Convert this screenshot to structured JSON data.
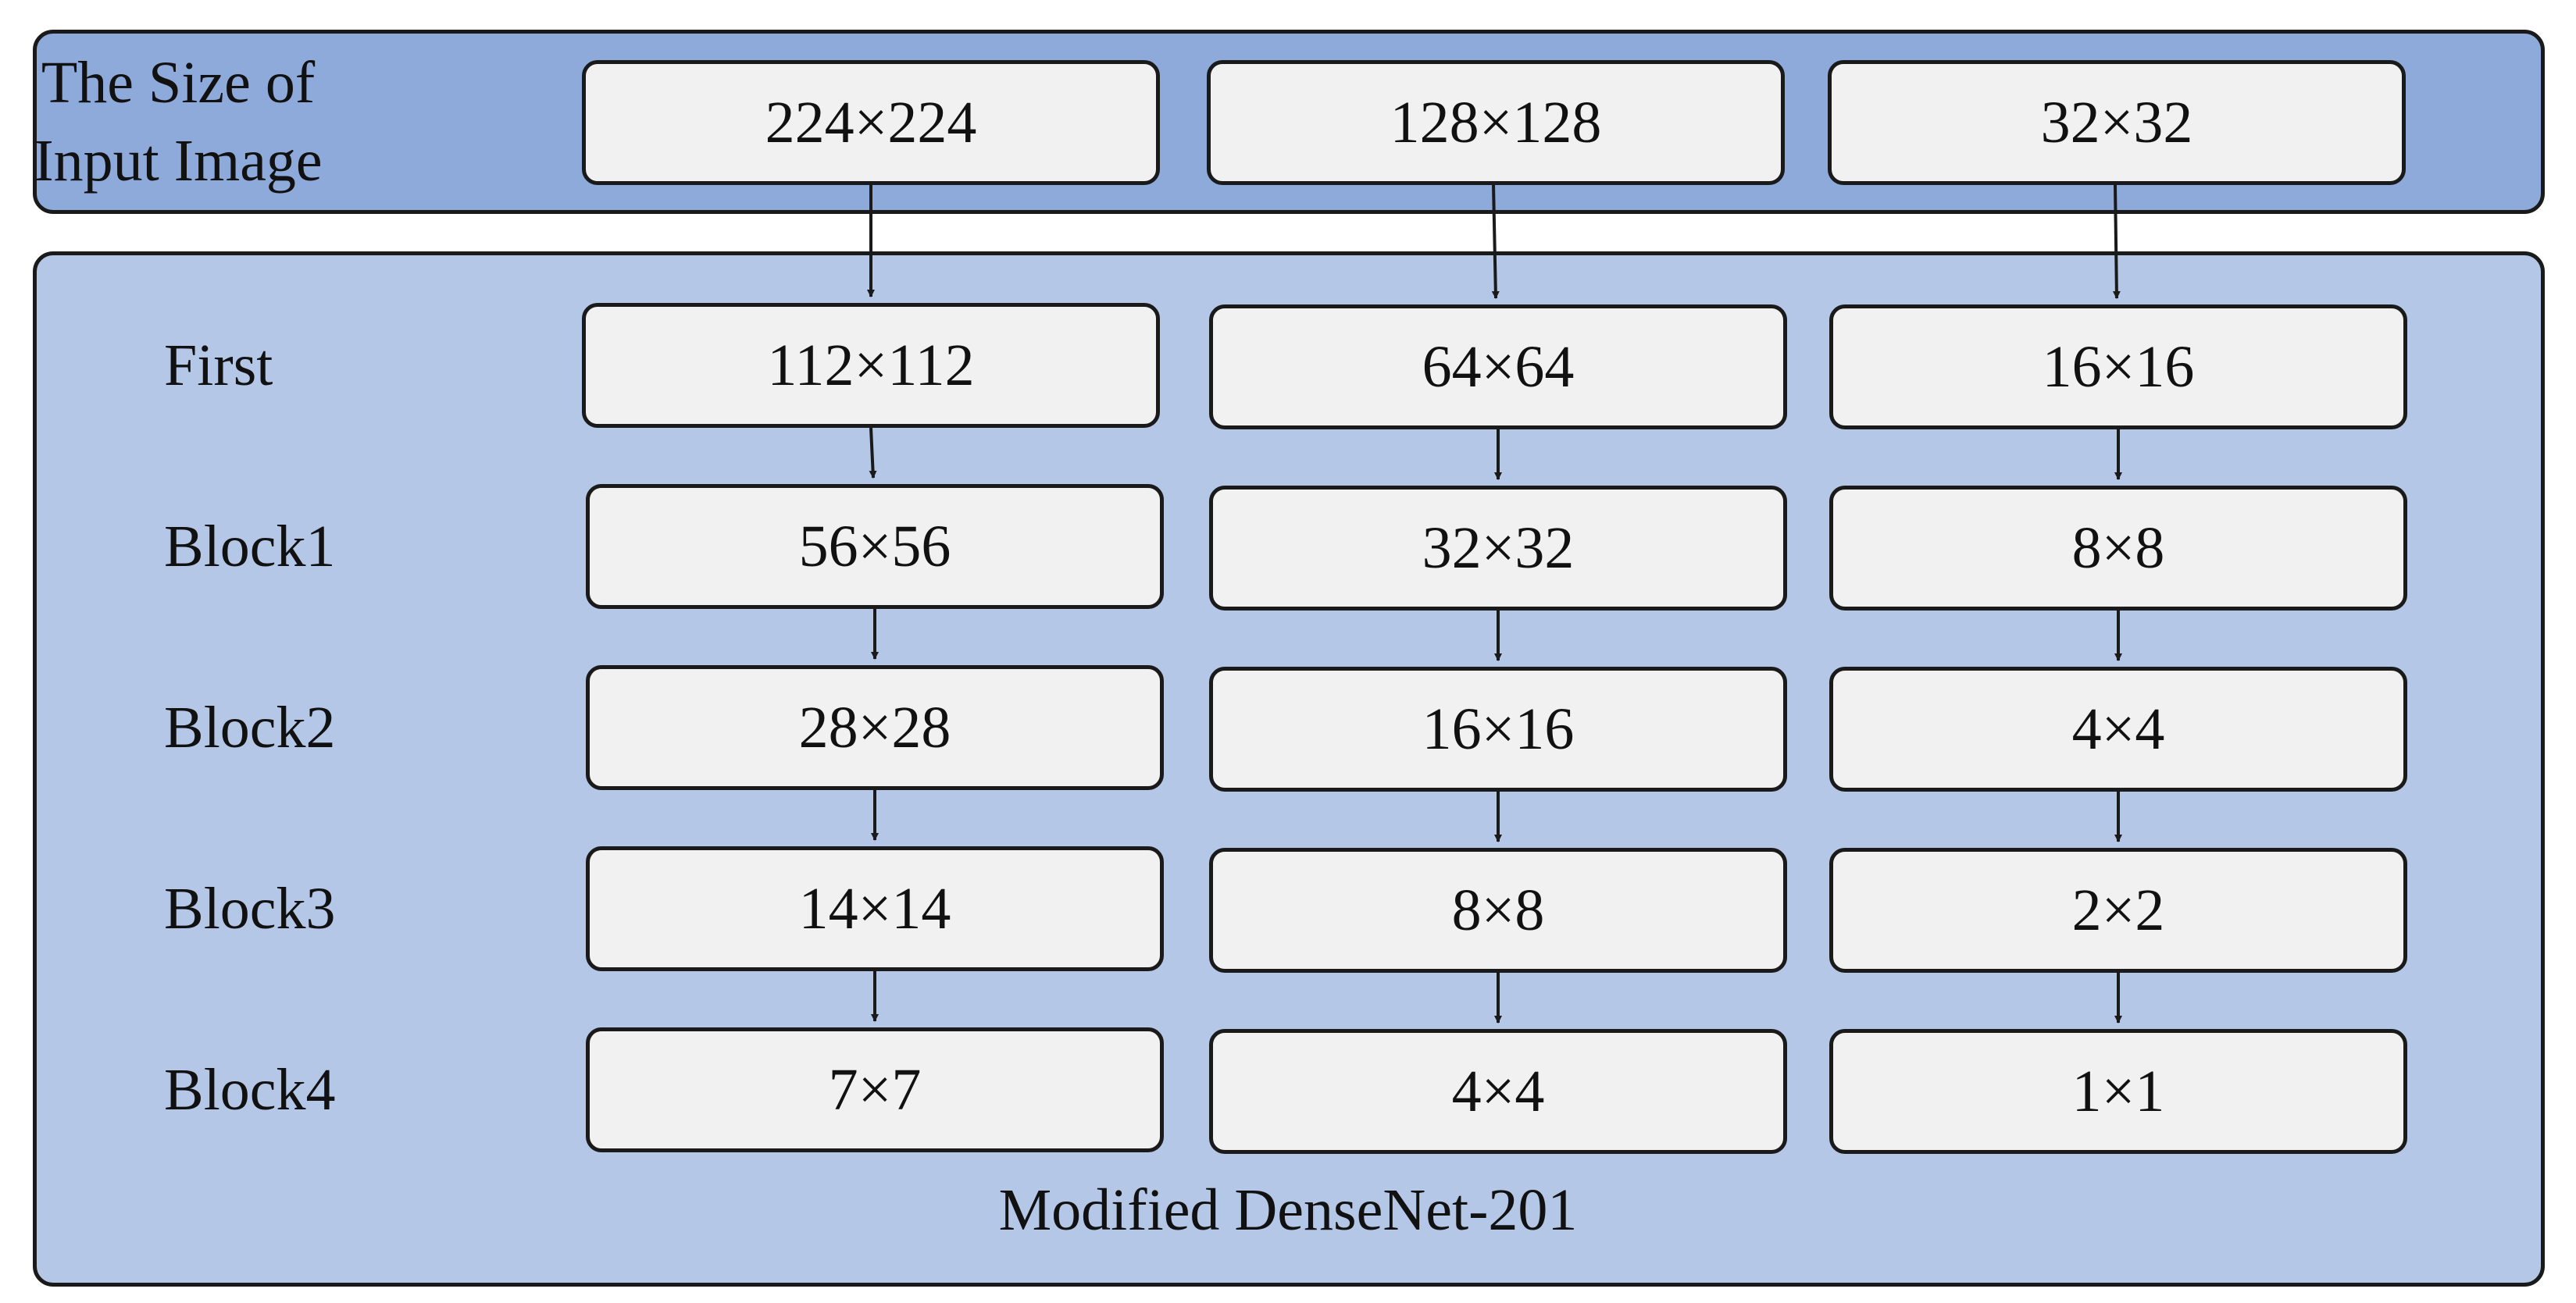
{
  "input_label": [
    "The Size of",
    "Input Image"
  ],
  "columns": [
    {
      "input": "224×224",
      "cells": [
        "112×112",
        "56×56",
        "28×28",
        "14×14",
        "7×7"
      ]
    },
    {
      "input": "128×128",
      "cells": [
        "64×64",
        "32×32",
        "16×16",
        "8×8",
        "4×4"
      ]
    },
    {
      "input": "32×32",
      "cells": [
        "16×16",
        "8×8",
        "4×4",
        "2×2",
        "1×1"
      ]
    }
  ],
  "row_labels": [
    "First",
    "Block1",
    "Block2",
    "Block3",
    "Block4"
  ],
  "caption": "Modified DenseNet-201",
  "colors": {
    "top_panel": "#8eaadb",
    "main_panel": "#b4c7e7",
    "box_fill": "#f1f1f1",
    "stroke": "#1a1a1a"
  }
}
